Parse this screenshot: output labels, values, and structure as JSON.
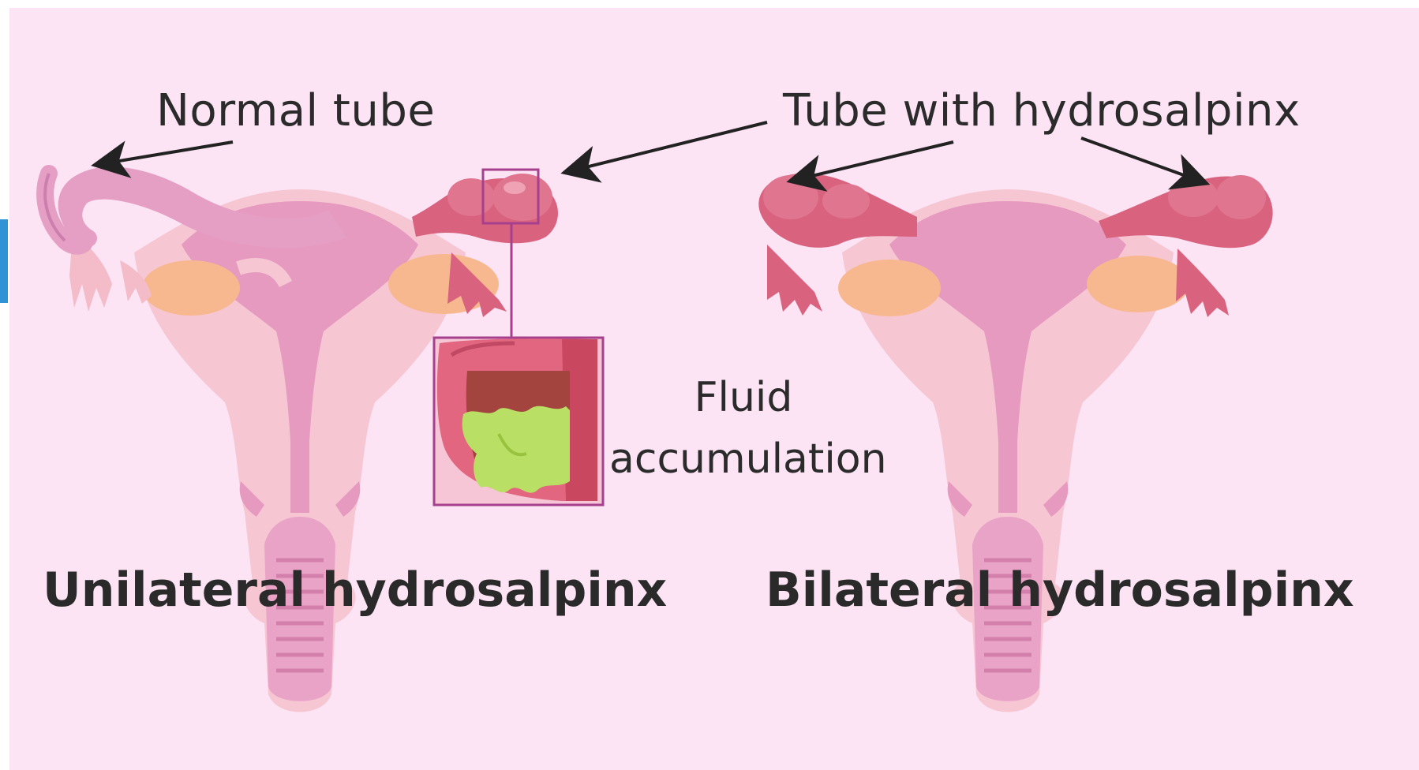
{
  "labels": {
    "normal_tube": "Normal tube",
    "tube_with_hydrosalpinx": "Tube with hydrosalpinx",
    "fluid_line1": "Fluid",
    "fluid_line2": "accumulation",
    "unilateral_caption": "Unilateral hydrosalpinx",
    "bilateral_caption": "Bilateral hydrosalpinx"
  },
  "colors": {
    "background": "#fde4f5",
    "uterus_outer": "#f6c7d3",
    "uterus_inner": "#e79ac0",
    "normal_tube": "#e59fc4",
    "swollen_tube": "#d9637f",
    "ovary": "#f8b88f",
    "fluid": "#b9e065",
    "inset_frame": "#b04f9f",
    "arrow": "#222222",
    "edge_tab": "#2f93d6"
  },
  "icons": [
    "uterus-illustration",
    "fallopian-tube-illustration",
    "ovary-illustration",
    "callout-arrow",
    "magnifier-inset"
  ]
}
